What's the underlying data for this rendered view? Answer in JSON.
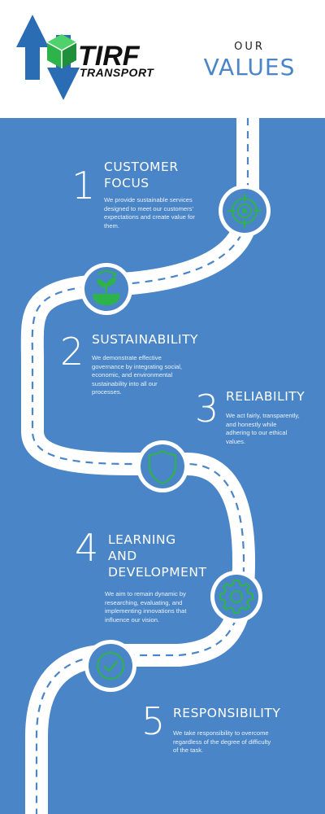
{
  "header": {
    "brand_name": "TIRF",
    "brand_sub": "TRANSPORT",
    "title_small": "OUR",
    "title_large": "VALUES"
  },
  "colors": {
    "background": "#4a86c7",
    "road": "#ffffff",
    "icon_green": "#2db34a",
    "logo_blue": "#2a6db5"
  },
  "values": [
    {
      "number": "1",
      "title_lines": [
        "CUSTOMER",
        "FOCUS"
      ],
      "description_lines": [
        "We provide sustainable services",
        "designed to meet our customers'",
        "expectations and create value for",
        "them."
      ],
      "icon": "target-icon"
    },
    {
      "number": "2",
      "title_lines": [
        "SUSTAINABILITY"
      ],
      "description_lines": [
        "We demonstrate effective",
        "governance by integrating social,",
        "economic, and environmental",
        "sustainability into all our",
        "processes."
      ],
      "icon": "seedling-icon"
    },
    {
      "number": "3",
      "title_lines": [
        "RELIABILITY"
      ],
      "description_lines": [
        "We act fairly, transparently,",
        "and honestly while",
        "adhering to our ethical",
        "values."
      ],
      "icon": "shield-icon"
    },
    {
      "number": "4",
      "title_lines": [
        "LEARNING",
        "AND",
        "DEVELOPMENT"
      ],
      "description_lines": [
        "We aim to remain dynamic by",
        "researching, evaluating, and",
        "implementing innovations that",
        "influence our vision."
      ],
      "icon": "gear-icon"
    },
    {
      "number": "5",
      "title_lines": [
        "RESPONSIBILITY"
      ],
      "description_lines": [
        "We take responsibility to overcome",
        "regardless of the degree of difficulty",
        "of the task."
      ],
      "icon": "checkmark-icon"
    }
  ]
}
